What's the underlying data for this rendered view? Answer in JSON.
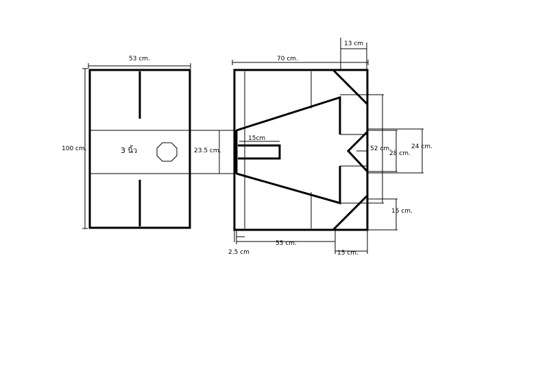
{
  "labels": {
    "width_left": "53 cm.",
    "height_left": "100 cm.",
    "port_size": "3 นิ้ว",
    "opening_height": "23.5 cm.",
    "width_right": "70 cm.",
    "corner_top": "13 cm",
    "slot_width": "15cm",
    "dim_52": "52 cm.",
    "dim_28": "28 cm.",
    "dim_24": "24 cm.",
    "dim_15_side": "15 cm.",
    "dim_55": "55 cm.",
    "dim_2_5": "2.5 cm",
    "dim_15_bottom": "15 cm."
  }
}
